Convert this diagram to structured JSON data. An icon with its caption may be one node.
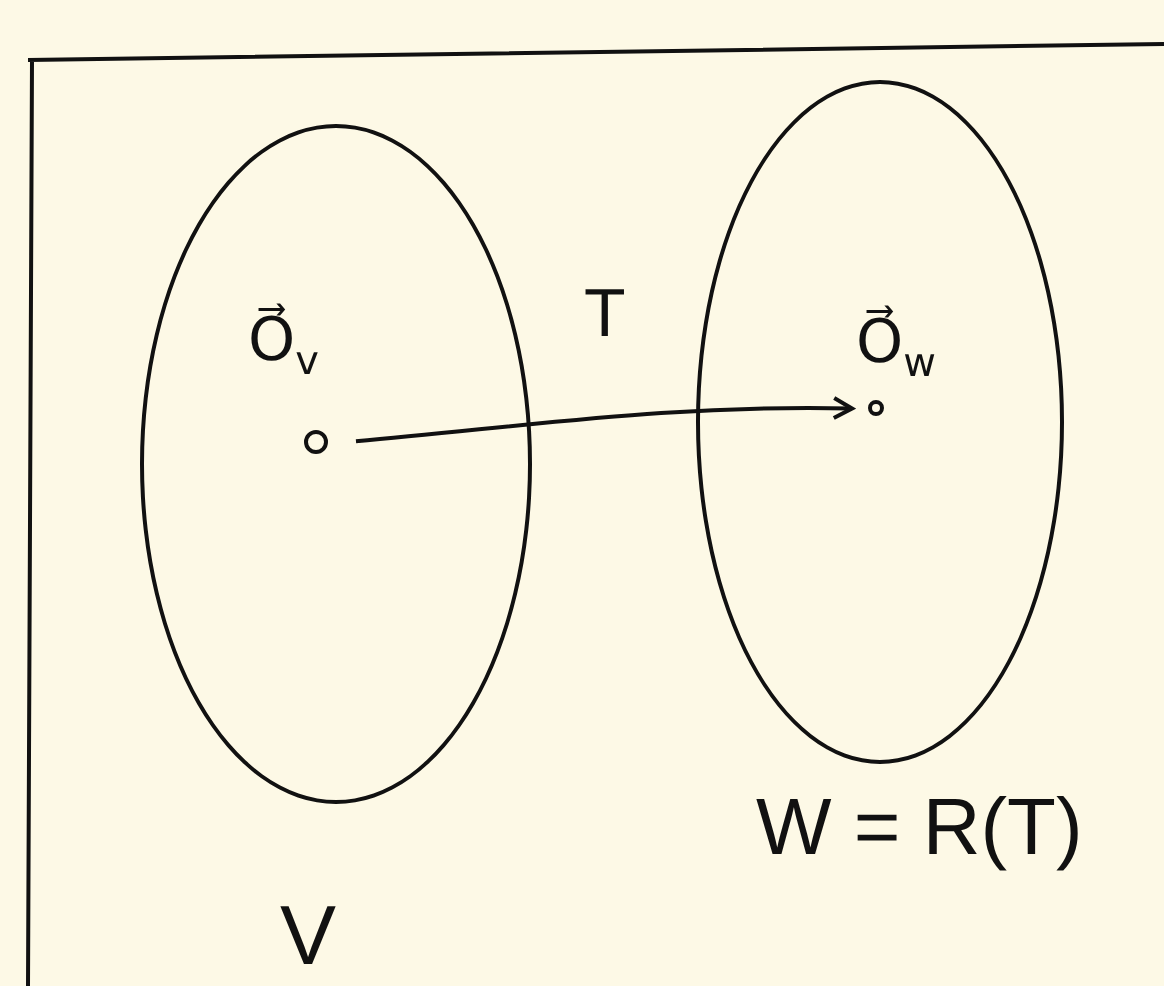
{
  "diagram": {
    "nodes": [
      {
        "text": [
          "V"
        ]
      },
      {
        "text": [
          "W = R(T)"
        ]
      },
      {
        "text": [],
        "shape": "circle",
        "in": 0,
        "beside": [
          "O⃗$_{v}$"
        ]
      },
      {
        "text": [],
        "shape": "circle",
        "in": 1,
        "beside": [
          "O⃗$_{w}$"
        ]
      }
    ],
    "edges": [
      {
        "from": 2,
        "to": 3,
        "arrow": "to",
        "label": "T"
      }
    ]
  }
}
